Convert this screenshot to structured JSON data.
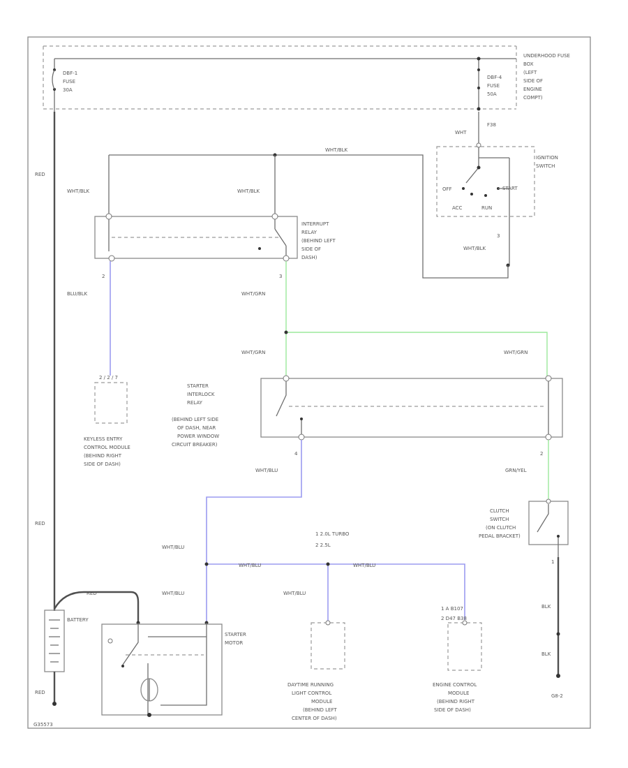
{
  "labels": {
    "underhood_fuse_box": [
      "UNDERHOOD FUSE",
      "BOX",
      "(LEFT",
      "SIDE OF",
      "ENGINE",
      "COMPT)"
    ],
    "fuse_left": [
      "DBF-1",
      "FUSE",
      "30A"
    ],
    "fuse_right": [
      "DBF-4",
      "FUSE",
      "50A"
    ],
    "ignition_switch": [
      "IGNITION",
      "SWITCH"
    ],
    "ign_wht": "WHT",
    "ign_f38": "F38",
    "ign_off": "OFF",
    "ign_start": "START",
    "ign_acc": "ACC",
    "ign_run": "RUN",
    "ign_pin": "3",
    "ign_out_wire": "WHT/BLK",
    "top_wire": "WHT/BLK",
    "relay_left_wire": "WHT/BLK",
    "relay_mid_wire": "WHT/BLK",
    "interrupt_relay": [
      "INTERRUPT",
      "RELAY",
      "(BEHIND LEFT",
      "SIDE OF",
      "DASH)"
    ],
    "left_pin_2": "2",
    "mid_pin_3": "3",
    "blu_blk": "BLU/BLK",
    "wht_grn_1": "WHT/GRN",
    "keyless_pin": "2 / 2 / 7",
    "keyless": [
      "KEYLESS ENTRY",
      "CONTROL MODULE",
      "(BEHIND RIGHT",
      "SIDE OF DASH)"
    ],
    "wht_grn_2": "WHT/GRN",
    "wht_grn_3": "WHT/GRN",
    "starter_relay": [
      "STARTER",
      "INTERLOCK",
      "RELAY",
      "(BEHIND LEFT SIDE",
      "OF DASH, NEAR",
      "POWER WINDOW",
      "CIRCUIT BREAKER)"
    ],
    "pin_4": "4",
    "pin_2b": "2",
    "wht_blu_1": "WHT/BLU",
    "grn_yel": "GRN/YEL",
    "red_1": "RED",
    "red_2": "RED",
    "red_3": "RED",
    "red_bat": "RED",
    "notes": [
      "1  2.0L TURBO",
      "2  2.5L"
    ],
    "wht_blu_2": "WHT/BLU",
    "wht_blu_3": "WHT/BLU",
    "wht_blu_4": "WHT/BLU",
    "wht_blu_5": "WHT/BLU",
    "wht_blu_6": "WHT/BLU",
    "clutch_switch": [
      "CLUTCH",
      "SWITCH",
      "(ON CLUTCH",
      "PEDAL BRACKET)"
    ],
    "clutch_pin": "1",
    "blk_1": "BLK",
    "blk_2": "BLK",
    "ground": "G8-2",
    "battery": "BATTERY",
    "starter_motor": [
      "STARTER",
      "MOTOR"
    ],
    "ecm_pins": [
      "1  A  B107",
      "2  D47  B38"
    ],
    "drl_module": [
      "DAYTIME RUNNING",
      "LIGHT CONTROL",
      "MODULE",
      "(BEHIND LEFT",
      "CENTER OF DASH)"
    ],
    "ecm": [
      "ENGINE CONTROL",
      "MODULE",
      "(BEHIND RIGHT",
      "SIDE OF DASH)"
    ],
    "corner_code": "G35573"
  }
}
